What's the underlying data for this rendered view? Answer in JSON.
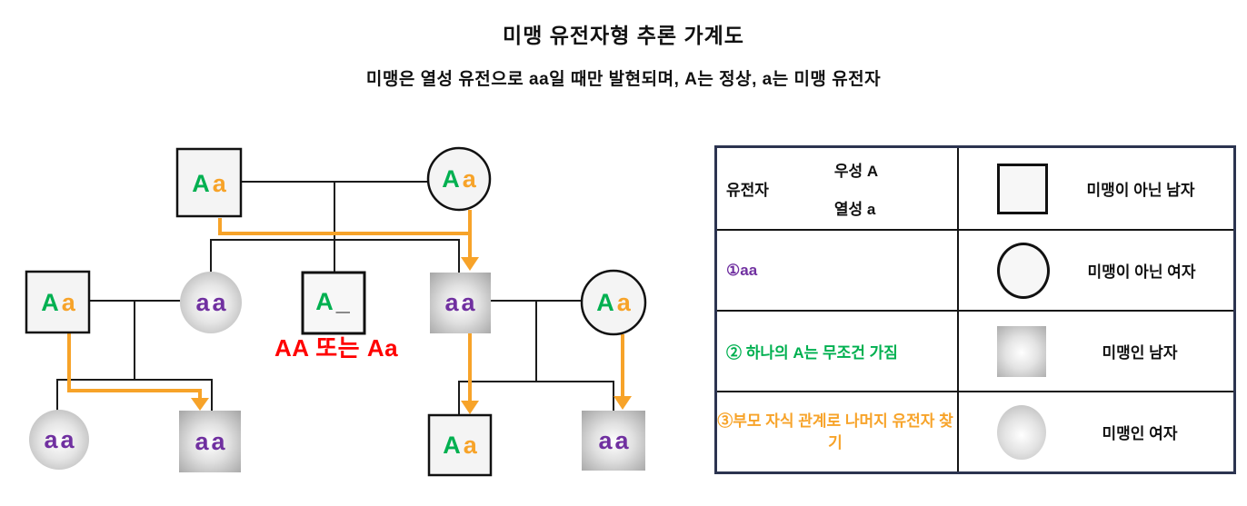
{
  "title": "미맹 유전자형 추론 가계도",
  "subtitle": "미맹은 열성 유전으로 aa일 때만 발현되며, A는 정상, a는 미맹 유전자",
  "annotation": {
    "text": "AA 또는 Aa",
    "color": "#ff0000"
  },
  "colors": {
    "dominant_green": "#00b050",
    "carrier_orange": "#f7a329",
    "recessive_purple": "#7030a0",
    "annotation_red": "#ff0000",
    "line_black": "#1a1a1a",
    "arrow_orange": "#f7a329",
    "table_border_navy": "#2c3450"
  },
  "pedigree": {
    "nodes": [
      {
        "id": "I-1",
        "shape": "square",
        "affected": false,
        "g1": "A",
        "c1": "#00b050",
        "g2": "a",
        "c2": "#f7a329"
      },
      {
        "id": "I-2",
        "shape": "circle",
        "affected": false,
        "g1": "A",
        "c1": "#00b050",
        "g2": "a",
        "c2": "#f7a329"
      },
      {
        "id": "II-1",
        "shape": "square",
        "affected": false,
        "g1": "A",
        "c1": "#00b050",
        "g2": "a",
        "c2": "#f7a329"
      },
      {
        "id": "II-2",
        "shape": "circle",
        "affected": true,
        "g1": "a",
        "c1": "#7030a0",
        "g2": "a",
        "c2": "#7030a0"
      },
      {
        "id": "II-3",
        "shape": "square",
        "affected": false,
        "g1": "A",
        "c1": "#00b050",
        "g2": "_",
        "c2": "#222222"
      },
      {
        "id": "II-4",
        "shape": "square",
        "affected": true,
        "g1": "a",
        "c1": "#7030a0",
        "g2": "a",
        "c2": "#7030a0"
      },
      {
        "id": "II-5",
        "shape": "circle",
        "affected": false,
        "g1": "A",
        "c1": "#00b050",
        "g2": "a",
        "c2": "#f7a329"
      },
      {
        "id": "III-1",
        "shape": "circle",
        "affected": true,
        "g1": "a",
        "c1": "#7030a0",
        "g2": "a",
        "c2": "#7030a0"
      },
      {
        "id": "III-2",
        "shape": "square",
        "affected": true,
        "g1": "a",
        "c1": "#7030a0",
        "g2": "a",
        "c2": "#7030a0"
      },
      {
        "id": "III-3",
        "shape": "square",
        "affected": false,
        "g1": "A",
        "c1": "#00b050",
        "g2": "a",
        "c2": "#f7a329"
      },
      {
        "id": "III-4",
        "shape": "square",
        "affected": true,
        "g1": "a",
        "c1": "#7030a0",
        "g2": "a",
        "c2": "#7030a0"
      }
    ]
  },
  "legend": {
    "rows": [
      {
        "left_label": "유전자",
        "dominant": "우성 A",
        "recessive": "열성 a",
        "icon": "square-normal",
        "right_label": "미맹이 아닌 남자"
      },
      {
        "left_label": "①aa",
        "icon": "circle-normal",
        "right_label": "미맹이 아닌 여자"
      },
      {
        "left_label": "② 하나의 A는 무조건 가짐",
        "icon": "square-affected",
        "right_label": "미맹인 남자"
      },
      {
        "left_label": "③부모 자식 관계로 나머지 유전자 찾기",
        "icon": "circle-affected",
        "right_label": "미맹인 여자"
      }
    ]
  }
}
